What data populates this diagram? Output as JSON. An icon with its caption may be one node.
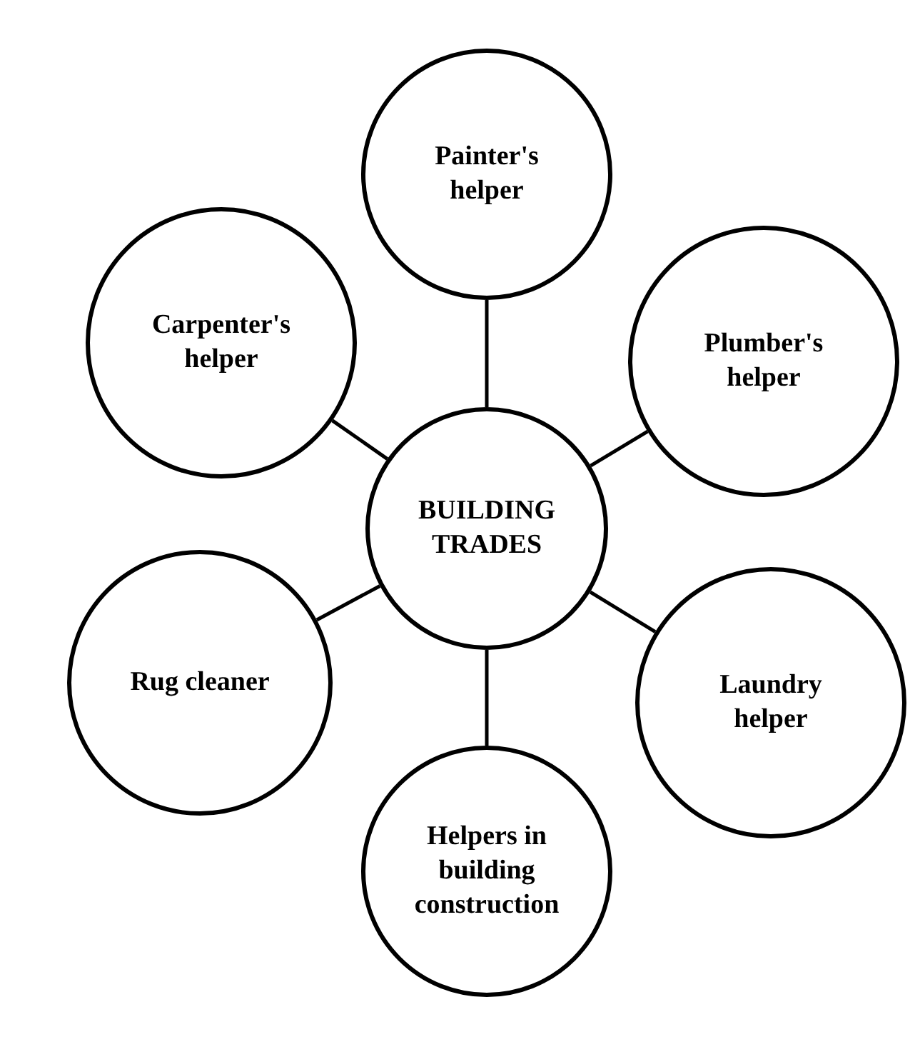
{
  "diagram": {
    "nodes": [
      {
        "text": [
          "Painter's helper"
        ]
      },
      {
        "text": [
          "Carpenter's helper"
        ]
      },
      {
        "text": [
          "Plumber's helper"
        ]
      },
      {
        "text": [
          "BUILDING TRADES"
        ]
      },
      {
        "text": [
          "Rug cleaner"
        ]
      },
      {
        "text": [
          "Laundry helper"
        ]
      },
      {
        "text": [
          "Helpers in building construction"
        ]
      }
    ],
    "edges": [
      {
        "from": 3,
        "to": 0,
        "arrow": "none"
      },
      {
        "from": 3,
        "to": 1,
        "arrow": "none"
      },
      {
        "from": 3,
        "to": 2,
        "arrow": "none"
      },
      {
        "from": 3,
        "to": 4,
        "arrow": "none"
      },
      {
        "from": 3,
        "to": 5,
        "arrow": "none"
      },
      {
        "from": 3,
        "to": 6,
        "arrow": "none"
      }
    ]
  }
}
